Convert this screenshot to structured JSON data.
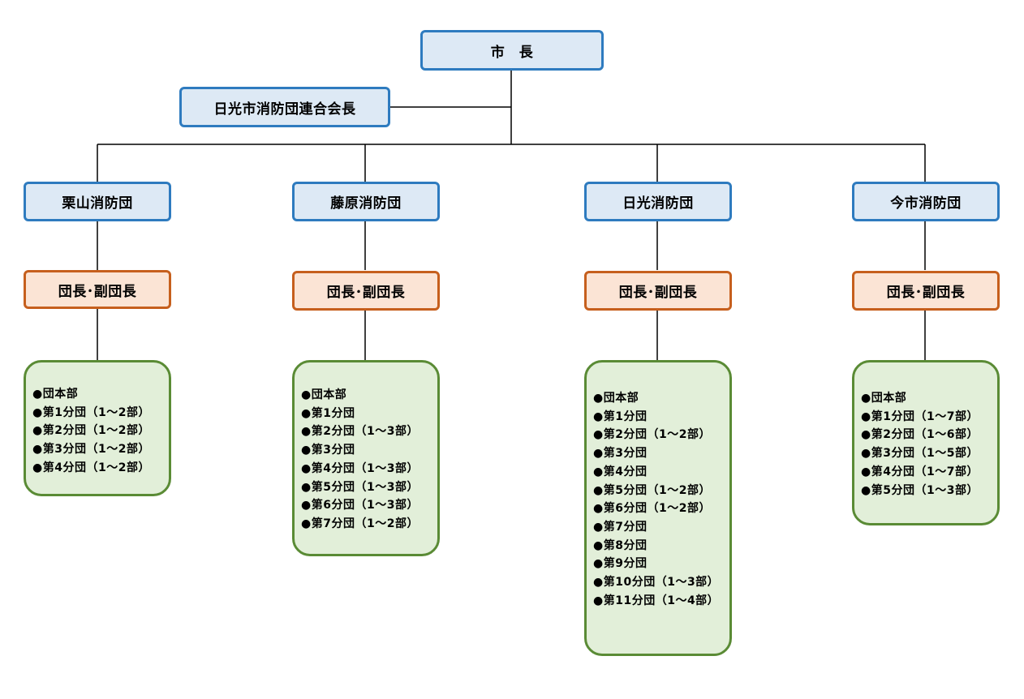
{
  "mayor": "市　長",
  "federation_chief": "日光市消防団連合会長",
  "brigades": [
    {
      "name": "栗山消防団",
      "leaders": "団長･副団長",
      "units": [
        "団本部",
        "第1分団（1～2部）",
        "第2分団（1～2部）",
        "第3分団（1～2部）",
        "第4分団（1～2部）"
      ]
    },
    {
      "name": "藤原消防団",
      "leaders": "団長･副団長",
      "units": [
        "団本部",
        "第1分団",
        "第2分団（1～3部）",
        "第3分団",
        "第4分団（1～3部）",
        "第5分団（1～3部）",
        "第6分団（1～3部）",
        "第7分団（1～2部）"
      ]
    },
    {
      "name": "日光消防団",
      "leaders": "団長･副団長",
      "units": [
        "団本部",
        "第1分団",
        "第2分団（1～2部）",
        "第3分団",
        "第4分団",
        "第5分団（1～2部）",
        "第6分団（1～2部）",
        "第7分団",
        "第8分団",
        "第9分団",
        "第10分団（1～3部）",
        "第11分団（1～4部）"
      ]
    },
    {
      "name": "今市消防団",
      "leaders": "団長･副団長",
      "units": [
        "団本部",
        "第1分団（1～7部）",
        "第2分団（1～6部）",
        "第3分団（1～5部）",
        "第4分団（1～7部）",
        "第5分団（1～3部）"
      ]
    }
  ],
  "colors": {
    "blue_border": "#2e7bbf",
    "blue_fill": "#dde9f5",
    "orange_border": "#c65f1d",
    "orange_fill": "#fbe4d5",
    "green_border": "#5a8b35",
    "green_fill": "#e2efd9"
  }
}
